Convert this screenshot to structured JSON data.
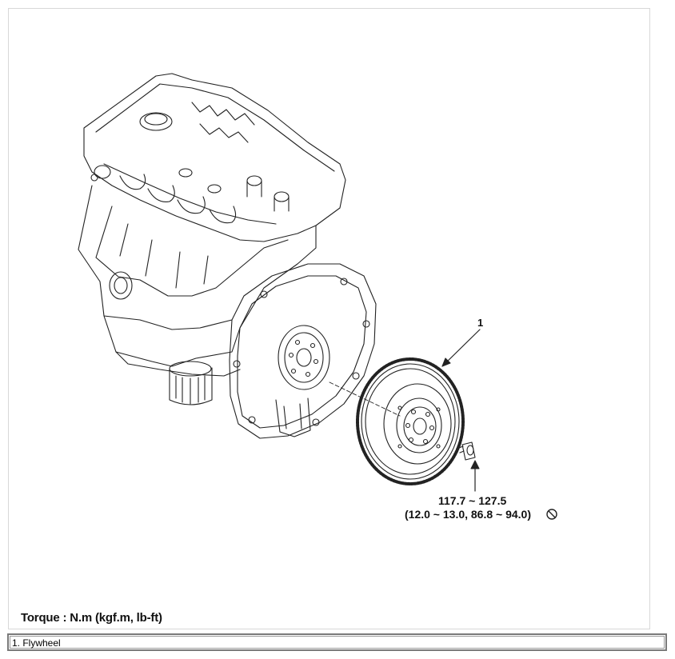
{
  "figure": {
    "callout_number": "1",
    "torque_spec_line1": "117.7 ~ 127.5",
    "torque_spec_line2": "(12.0 ~ 13.0, 86.8 ~ 94.0)",
    "torque_note": "Torque : N.m (kgf.m, lb-ft)",
    "no_reuse_icon": "prohibited-circle-icon",
    "line_color": "#222222"
  },
  "legend": {
    "items": [
      "1. Flywheel"
    ]
  }
}
